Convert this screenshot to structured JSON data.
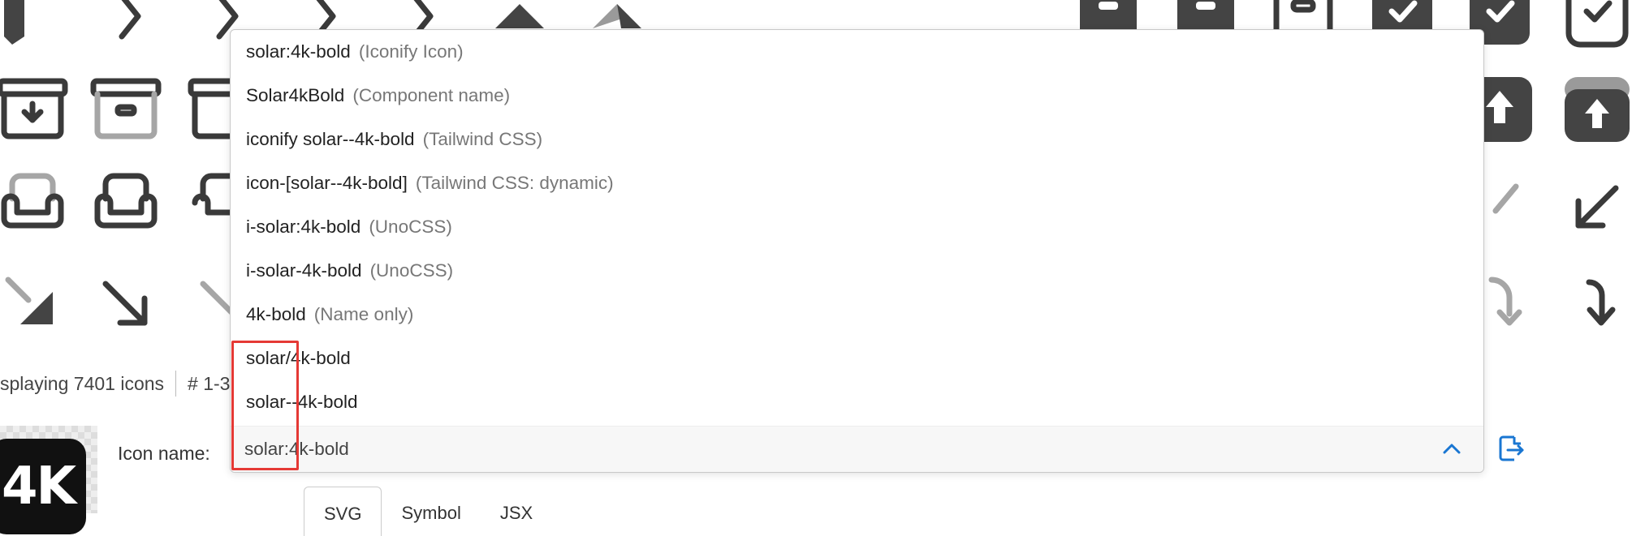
{
  "status": {
    "displaying": "splaying 7401 icons",
    "range": "# 1-3"
  },
  "icon_name_label": "Icon name:",
  "preview": {
    "glyph": "4K"
  },
  "dropdown": {
    "options": [
      {
        "value": "solar:4k-bold",
        "hint": "(Iconify Icon)"
      },
      {
        "value": "Solar4kBold",
        "hint": "(Component name)"
      },
      {
        "value": "iconify solar--4k-bold",
        "hint": "(Tailwind CSS)"
      },
      {
        "value": "icon-[solar--4k-bold]",
        "hint": "(Tailwind CSS: dynamic)"
      },
      {
        "value": "i-solar:4k-bold",
        "hint": "(UnoCSS)"
      },
      {
        "value": "i-solar-4k-bold",
        "hint": "(UnoCSS)"
      },
      {
        "value": "4k-bold",
        "hint": "(Name only)"
      },
      {
        "value": "solar/4k-bold",
        "hint": ""
      },
      {
        "value": "solar--4k-bold",
        "hint": ""
      }
    ],
    "input_value": "solar:4k-bold"
  },
  "tabs": [
    {
      "label": "SVG",
      "active": true
    },
    {
      "label": "Symbol",
      "active": false
    },
    {
      "label": "JSX",
      "active": false
    }
  ],
  "icons": {
    "grid": "icon-grid",
    "chevron": "chevron-up-icon",
    "export": "export-icon"
  },
  "colors": {
    "highlight": "#e53935",
    "icon_dark": "#3a3a3a",
    "icon_gray": "#a6a6a6"
  }
}
